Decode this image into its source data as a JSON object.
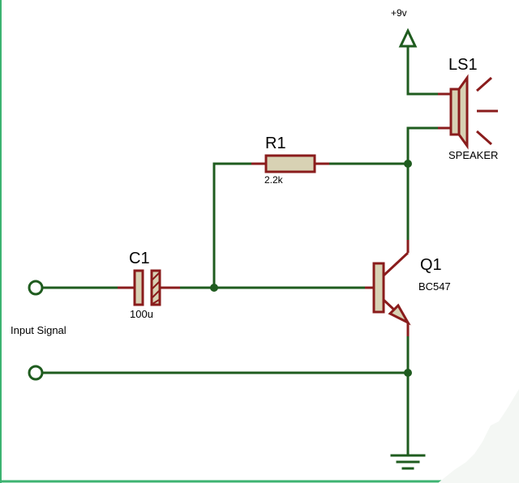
{
  "power": {
    "label": "+9v"
  },
  "speaker": {
    "ref": "LS1",
    "value": "SPEAKER"
  },
  "resistor": {
    "ref": "R1",
    "value": "2.2k"
  },
  "capacitor": {
    "ref": "C1",
    "value": "100u"
  },
  "transistor": {
    "ref": "Q1",
    "value": "BC547"
  },
  "input": {
    "label": "Input Signal"
  },
  "colors": {
    "wire": "#1f5c1f",
    "component": "#8a1c1c",
    "body": "#d8d2b4",
    "border": "#3cb371"
  }
}
